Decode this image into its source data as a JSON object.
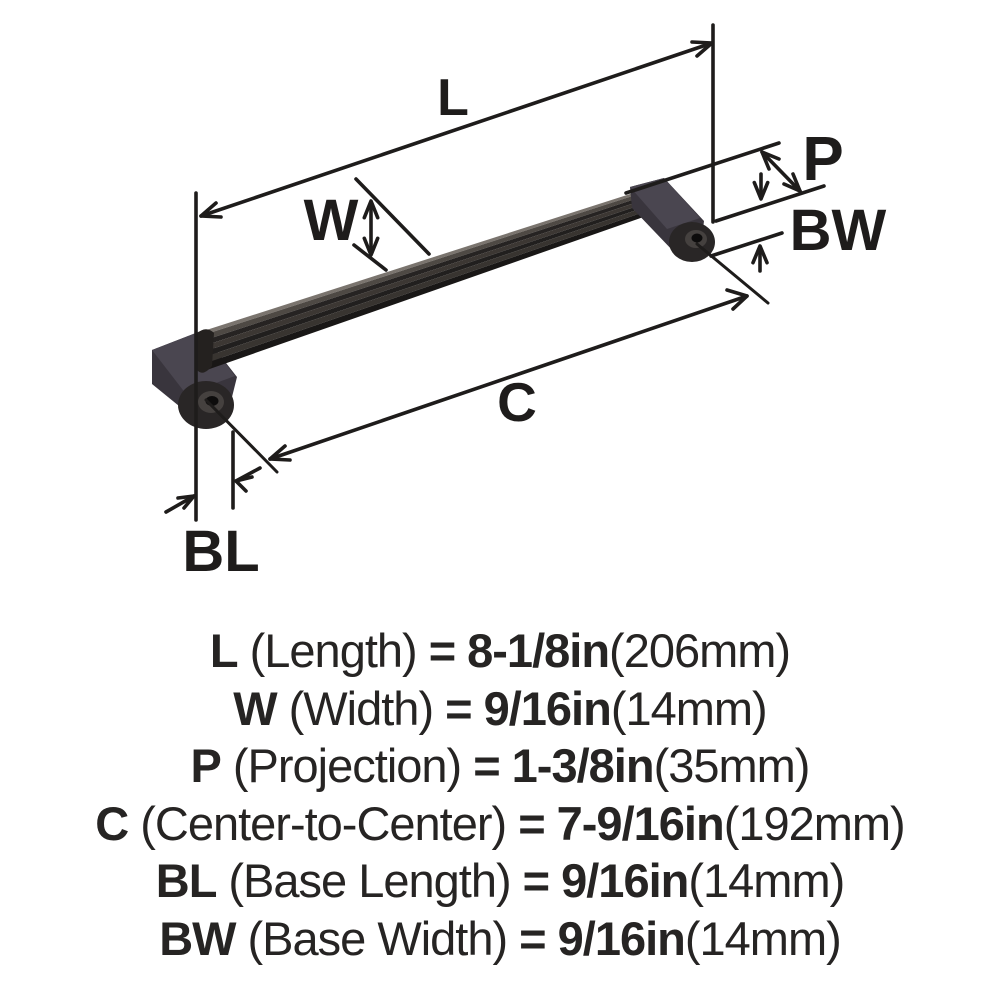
{
  "diagram": {
    "type": "product-dimension-diagram",
    "subject": "cabinet bar pull handle",
    "labels": {
      "length": "L",
      "width": "W",
      "projection": "P",
      "base_width": "BW",
      "center_to_center": "C",
      "base_length": "BL"
    },
    "colors": {
      "line": "#1e1c1b",
      "handle_body": "#312d2b",
      "handle_top_face": "#4a4650",
      "handle_block": "#39353d",
      "handle_foot": "#292626",
      "background": "#ffffff"
    }
  },
  "specs": [
    {
      "symbol": "L",
      "name": "(Length)",
      "eq": "=",
      "value": "8-1/8in",
      "metric": "(206mm)"
    },
    {
      "symbol": "W",
      "name": "(Width)",
      "eq": "=",
      "value": "9/16in",
      "metric": "(14mm)"
    },
    {
      "symbol": "P",
      "name": "(Projection)",
      "eq": "=",
      "value": "1-3/8in",
      "metric": "(35mm)"
    },
    {
      "symbol": "C",
      "name": "(Center-to-Center)",
      "eq": "=",
      "value": "7-9/16in",
      "metric": "(192mm)"
    },
    {
      "symbol": "BL",
      "name": "(Base Length)",
      "eq": "=",
      "value": "9/16in",
      "metric": "(14mm)"
    },
    {
      "symbol": "BW",
      "name": "(Base Width)",
      "eq": "=",
      "value": "9/16in",
      "metric": "(14mm)"
    }
  ]
}
